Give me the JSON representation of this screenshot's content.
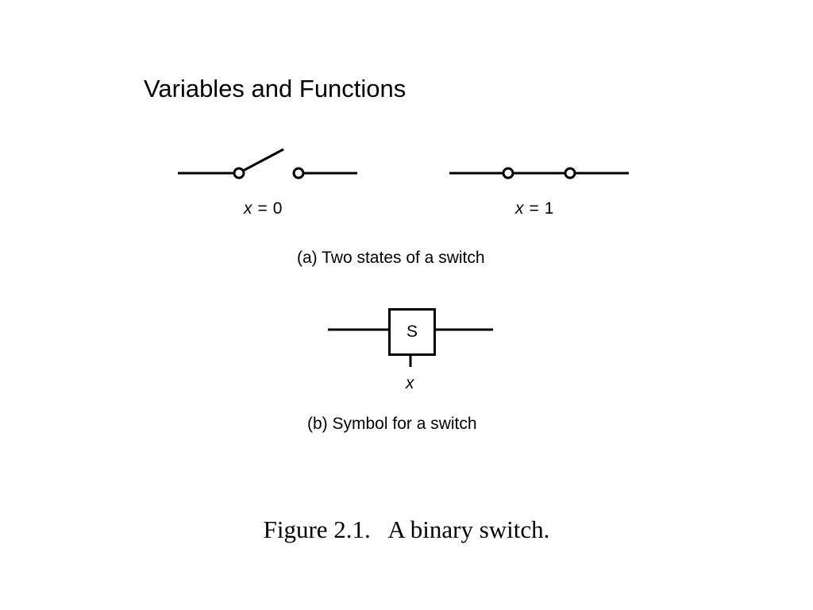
{
  "slide": {
    "title": "Variables and Functions"
  },
  "panel_a": {
    "open_state": {
      "variable": "x",
      "equals": "=",
      "value": "0"
    },
    "closed_state": {
      "variable": "x",
      "equals": "=",
      "value": "1"
    },
    "caption": "(a) Two states of a switch"
  },
  "panel_b": {
    "symbol_letter": "S",
    "control_variable": "x",
    "caption": "(b) Symbol for a switch"
  },
  "figure": {
    "caption": "Figure 2.1.   A binary switch."
  }
}
